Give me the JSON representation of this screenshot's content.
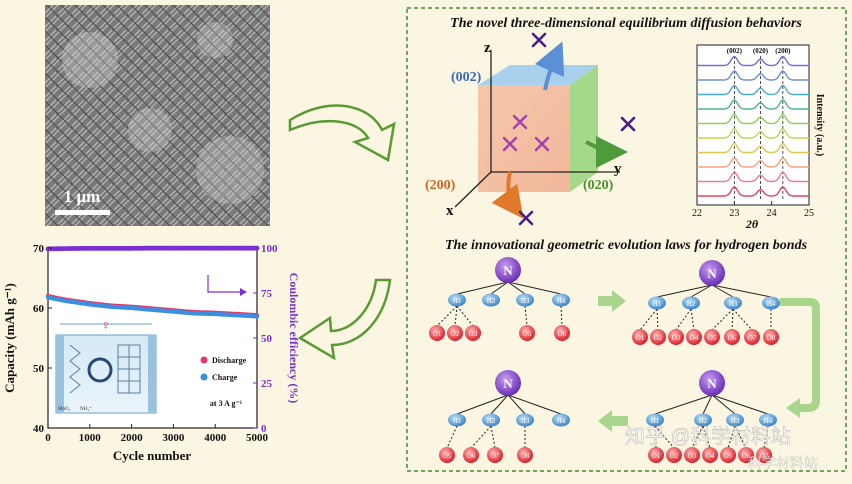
{
  "sem": {
    "scale_bar": "1 μm"
  },
  "diffusion_panel": {
    "title": "The novel three-dimensional equilibrium diffusion behaviors",
    "axes": {
      "z": "z",
      "y": "y",
      "x": "x"
    },
    "faces": {
      "top": "(002)",
      "front": "(200)",
      "side": "(020)"
    },
    "xrd": {
      "peak_labels": [
        "(002)",
        "(020)",
        "(200)"
      ],
      "x_ticks": [
        "22",
        "23",
        "24",
        "25"
      ],
      "x_label": "2θ",
      "y_label": "Intensity (a.u.)",
      "colors": [
        "#e8435a",
        "#f27a8e",
        "#f5a07a",
        "#e6c34f",
        "#c5d54a",
        "#8fcf55",
        "#4fb58a",
        "#4aa9d3",
        "#6a8fd8",
        "#7b6ad6"
      ]
    }
  },
  "hbond_panel": {
    "title": "The innovational geometric evolution laws for hydrogen bonds",
    "center": "N",
    "hydrogens": [
      "H1",
      "H2",
      "H3",
      "H4"
    ],
    "stages": [
      {
        "oxygens": [
          "O1",
          "O2",
          "O3",
          "O5",
          "O6"
        ]
      },
      {
        "oxygens": [
          "O1",
          "O2",
          "O3",
          "O4",
          "O5",
          "O6",
          "O7",
          "O8"
        ]
      },
      {
        "oxygens": [
          "O1",
          "O2",
          "O3",
          "O4",
          "O5",
          "O6",
          "O7"
        ]
      },
      {
        "oxygens": [
          "O5",
          "O6",
          "O7",
          "O8"
        ]
      }
    ]
  },
  "cycling_panel": {
    "ylabel_left": "Capacity (mAh g⁻¹)",
    "ylabel_right": "Coulombic efficiency (%)",
    "xlabel": "Cycle number",
    "legend": [
      "Discharge",
      "Charge"
    ],
    "rate": "at 3 A g⁻¹",
    "inset_labels": [
      "MnO₂",
      "NH₄⁺"
    ],
    "colors": {
      "discharge": "#e8356a",
      "charge": "#3a8fe0",
      "efficiency": "#7a2fd0"
    }
  },
  "watermark": {
    "text1": "知乎 @科学材料站",
    "text2": "科学材料站"
  },
  "chart_data": {
    "type": "scatter",
    "x_ticks": [
      "0",
      "1000",
      "2000",
      "3000",
      "4000",
      "5000"
    ],
    "y_left_ticks": [
      "40",
      "50",
      "60",
      "70"
    ],
    "y_right_ticks": [
      "0",
      "25",
      "50",
      "75",
      "100"
    ],
    "xlim": [
      0,
      5000
    ],
    "ylim_left": [
      40,
      70
    ],
    "ylim_right": [
      0,
      100
    ],
    "series": [
      {
        "name": "Discharge",
        "axis": "left",
        "x": [
          0,
          250,
          500,
          1000,
          1500,
          2000,
          2500,
          3000,
          3500,
          4000,
          4500,
          5000
        ],
        "y": [
          62.0,
          61.6,
          61.3,
          60.8,
          60.4,
          60.2,
          59.9,
          59.6,
          59.3,
          59.2,
          59.0,
          58.8
        ]
      },
      {
        "name": "Charge",
        "axis": "left",
        "x": [
          0,
          250,
          500,
          1000,
          1500,
          2000,
          2500,
          3000,
          3500,
          4000,
          4500,
          5000
        ],
        "y": [
          61.8,
          61.4,
          61.1,
          60.6,
          60.2,
          60.0,
          59.7,
          59.4,
          59.1,
          59.0,
          58.8,
          58.6
        ]
      },
      {
        "axis": "right",
        "x": [
          0,
          500,
          1000,
          1500,
          2000,
          2500,
          3000,
          3500,
          4000,
          4500,
          5000
        ],
        "y": [
          99.5,
          99.7,
          99.8,
          99.8,
          99.8,
          99.9,
          99.9,
          99.9,
          99.9,
          99.9,
          99.9
        ]
      }
    ]
  }
}
